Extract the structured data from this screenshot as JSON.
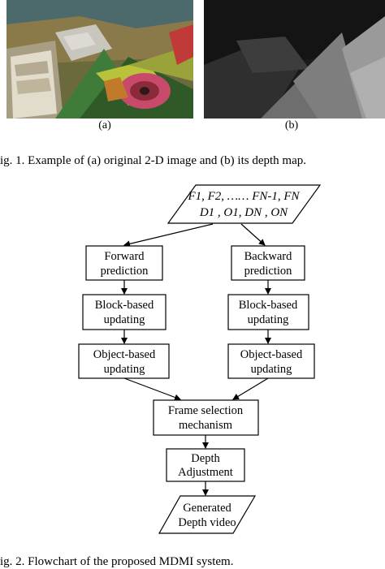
{
  "figure1": {
    "sublabel_a": "(a)",
    "sublabel_b": "(b)",
    "caption": "ig. 1.   Example of (a) original 2-D image and (b) its depth map."
  },
  "figure2": {
    "input_line1": "F1, F2, …… FN-1, FN",
    "input_line2": "D1 , O1, DN , ON",
    "forward_prediction": [
      "Forward",
      "prediction"
    ],
    "backward_prediction": [
      "Backward",
      "prediction"
    ],
    "block_updating_left": [
      "Block-based",
      "updating"
    ],
    "block_updating_right": [
      "Block-based",
      "updating"
    ],
    "object_updating_left": [
      "Object-based",
      "updating"
    ],
    "object_updating_right": [
      "Object-based",
      "updating"
    ],
    "frame_selection": [
      "Frame selection",
      "mechanism"
    ],
    "depth_adjustment": [
      "Depth",
      "Adjustment"
    ],
    "output": [
      "Generated",
      "Depth video"
    ],
    "caption": "ig. 2.   Flowchart of the proposed MDMI system."
  }
}
